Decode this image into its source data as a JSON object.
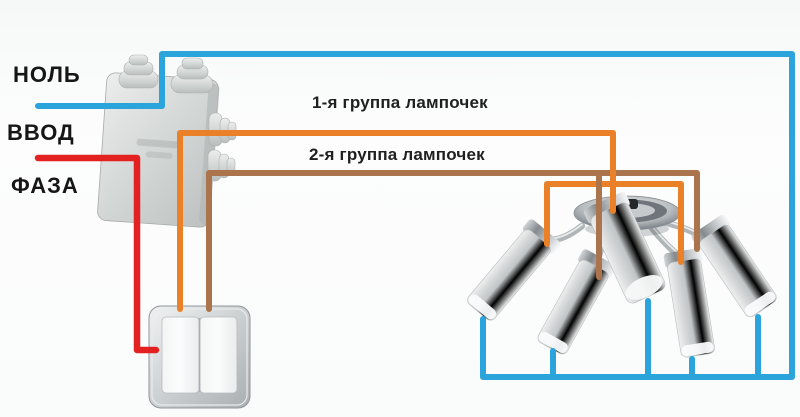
{
  "labels": {
    "neutral": "НОЛЬ",
    "input": "ВВОД",
    "phase": "ФАЗА",
    "lamp_group_1": "1-я группа лампочек",
    "lamp_group_2": "2-я группа лампочек"
  },
  "colors": {
    "neutral_wire": "#2BA3DB",
    "phase_wire": "#E32120",
    "group1_wire": "#EA8128",
    "group2_wire": "#AC744C"
  },
  "chandelier": {
    "lamp_count": 5
  }
}
